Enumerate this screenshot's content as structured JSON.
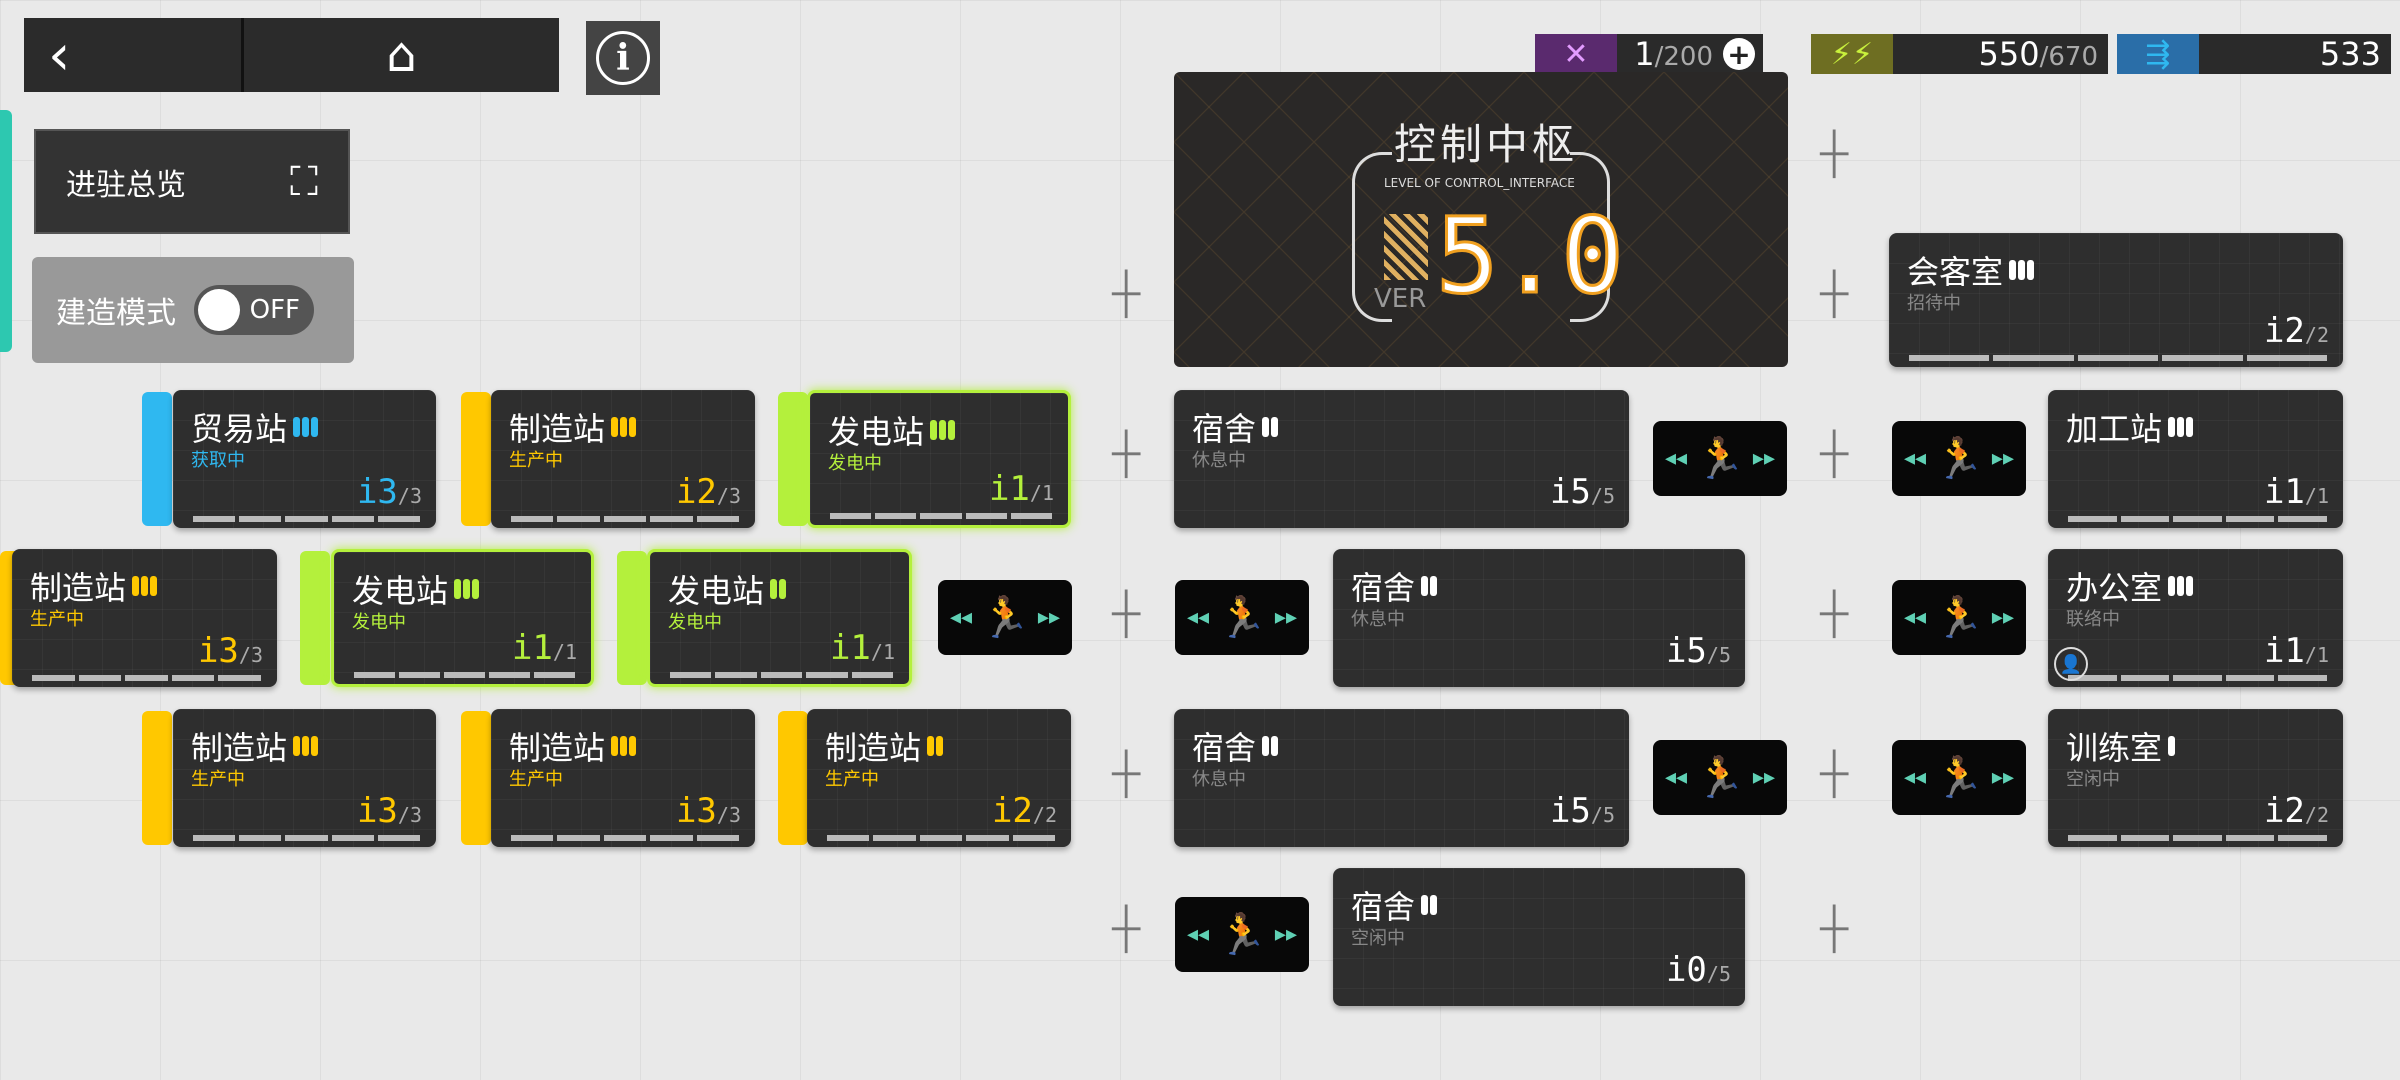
{
  "nav": {
    "back_icon": "‹",
    "home_icon": "⌂",
    "info_icon": "i"
  },
  "overview_button": "进驻总览",
  "build_mode": {
    "label": "建造模式",
    "state": "OFF"
  },
  "resources": [
    {
      "name": "drone",
      "icon": "✕",
      "value": "1",
      "max": "/200",
      "color": "#5a2a6e",
      "iconcolor": "#e39cff",
      "plus": "+"
    },
    {
      "name": "power",
      "icon": "⚡⚡",
      "value": "550",
      "max": "/670",
      "color": "#6e6e22",
      "iconcolor": "#c8f03c"
    },
    {
      "name": "orders",
      "icon": "⇶",
      "value": "533",
      "color": "#2a6ea8",
      "iconcolor": "#2fb8f0"
    }
  ],
  "control_center": {
    "title": "控制中枢",
    "subtitle": "LEVEL OF CONTROL_INTERFACE",
    "ver": "VER",
    "version": "5.0"
  },
  "colors": {
    "trade": "#2fb8f0",
    "factory": "#ffc800",
    "power": "#b4f03c",
    "neutral": "#8a8a8a"
  },
  "rooms": [
    {
      "name": "会客室",
      "status": "招待中",
      "level": 3,
      "occ": "2",
      "cap": "/2",
      "kind": "neutral"
    },
    {
      "name": "贸易站",
      "status": "获取中",
      "level": 3,
      "occ": "3",
      "cap": "/3",
      "kind": "trade"
    },
    {
      "name": "制造站",
      "status": "生产中",
      "level": 3,
      "occ": "2",
      "cap": "/3",
      "kind": "factory"
    },
    {
      "name": "发电站",
      "status": "发电中",
      "level": 3,
      "occ": "1",
      "cap": "/1",
      "kind": "power"
    },
    {
      "name": "宿舍",
      "status": "休息中",
      "level": 2,
      "occ": "5",
      "cap": "/5",
      "kind": "neutral"
    },
    {
      "name": "加工站",
      "status": "",
      "level": 3,
      "occ": "1",
      "cap": "/1",
      "kind": "neutral"
    },
    {
      "name": "制造站",
      "status": "生产中",
      "level": 3,
      "occ": "3",
      "cap": "/3",
      "kind": "factory"
    },
    {
      "name": "发电站",
      "status": "发电中",
      "level": 3,
      "occ": "1",
      "cap": "/1",
      "kind": "power"
    },
    {
      "name": "发电站",
      "status": "发电中",
      "level": 2,
      "occ": "1",
      "cap": "/1",
      "kind": "power"
    },
    {
      "name": "宿舍",
      "status": "休息中",
      "level": 2,
      "occ": "5",
      "cap": "/5",
      "kind": "neutral"
    },
    {
      "name": "办公室",
      "status": "联络中",
      "level": 3,
      "occ": "1",
      "cap": "/1",
      "kind": "neutral"
    },
    {
      "name": "制造站",
      "status": "生产中",
      "level": 3,
      "occ": "3",
      "cap": "/3",
      "kind": "factory"
    },
    {
      "name": "制造站",
      "status": "生产中",
      "level": 3,
      "occ": "3",
      "cap": "/3",
      "kind": "factory"
    },
    {
      "name": "制造站",
      "status": "生产中",
      "level": 2,
      "occ": "2",
      "cap": "/2",
      "kind": "factory"
    },
    {
      "name": "宿舍",
      "status": "休息中",
      "level": 2,
      "occ": "5",
      "cap": "/5",
      "kind": "neutral"
    },
    {
      "name": "训练室",
      "status": "空闲中",
      "level": 1,
      "occ": "2",
      "cap": "/2",
      "kind": "neutral"
    },
    {
      "name": "宿舍",
      "status": "空闲中",
      "level": 2,
      "occ": "0",
      "cap": "/5",
      "kind": "neutral"
    }
  ],
  "stairs": {
    "left": "◂◂",
    "runner": "🏃",
    "right": "▸▸"
  }
}
